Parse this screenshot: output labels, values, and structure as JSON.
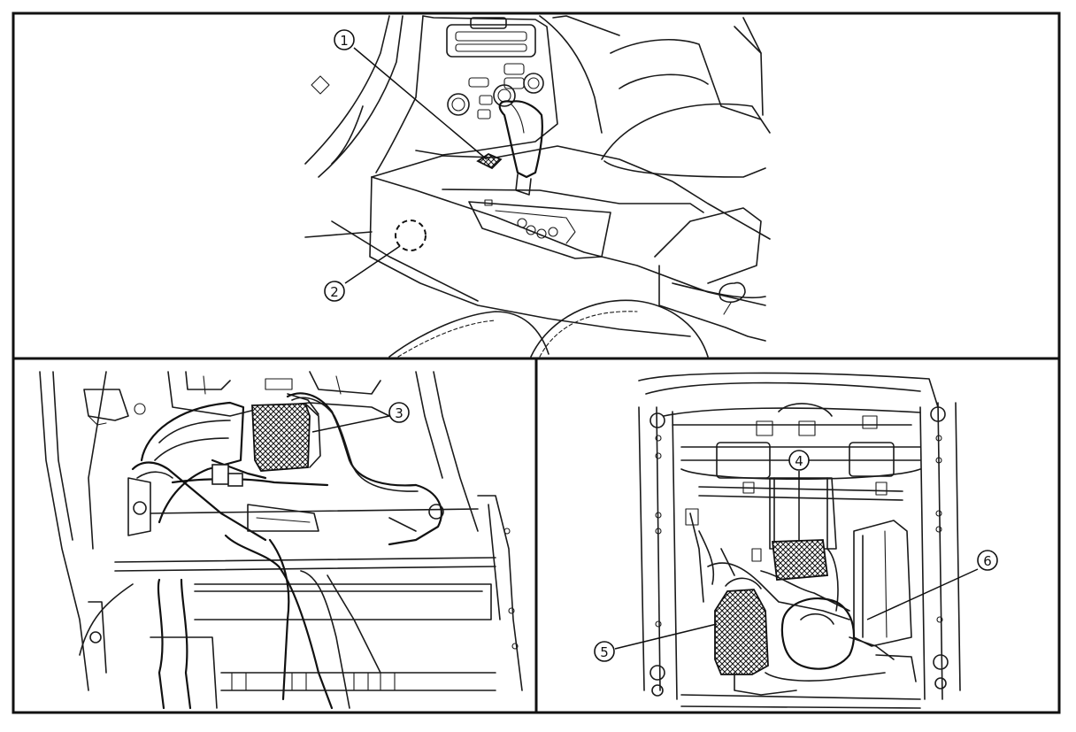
{
  "callouts": [
    {
      "id": "1",
      "label": "1"
    },
    {
      "id": "2",
      "label": "2"
    },
    {
      "id": "3",
      "label": "3"
    },
    {
      "id": "4",
      "label": "4"
    },
    {
      "id": "5",
      "label": "5"
    },
    {
      "id": "6",
      "label": "6"
    }
  ],
  "colors": {
    "line": "#1a1a1a",
    "background": "#ffffff",
    "frame": "#111111"
  }
}
